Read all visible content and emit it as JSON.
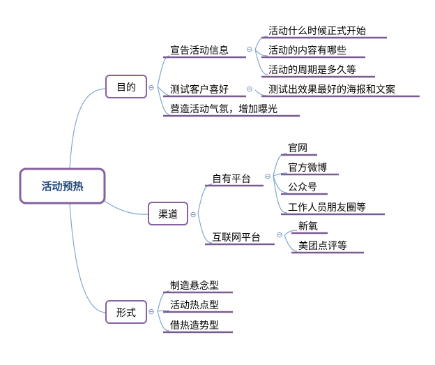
{
  "root": {
    "label": "活动预热"
  },
  "branches": [
    {
      "label": "目的",
      "children": [
        {
          "label": "宣告活动信息",
          "children": [
            "活动什么时候正式开始",
            "活动的内容有哪些",
            "活动的周期是多久等"
          ]
        },
        {
          "label": "测试客户喜好",
          "children": [
            "测试出效果最好的海报和文案"
          ]
        },
        {
          "label": "营造活动气氛，增加曝光",
          "children": []
        }
      ]
    },
    {
      "label": "渠道",
      "children": [
        {
          "label": "自有平台",
          "children": [
            "官网",
            "官方微博",
            "公众号",
            "工作人员朋友圈等"
          ]
        },
        {
          "label": "互联网平台",
          "children": [
            "新氧",
            "美团点评等"
          ]
        }
      ]
    },
    {
      "label": "形式",
      "children": [
        {
          "label": "制造悬念型",
          "children": []
        },
        {
          "label": "活动热点型",
          "children": []
        },
        {
          "label": "借热造势型",
          "children": []
        }
      ]
    }
  ],
  "colors": {
    "line": "#7fa8cf",
    "box_border": "#8561a0",
    "underline": "#7b5a92",
    "root_text": "#244a7c",
    "collapse_icon": "#6f8ab7"
  },
  "collapse_symbol": "⊖"
}
